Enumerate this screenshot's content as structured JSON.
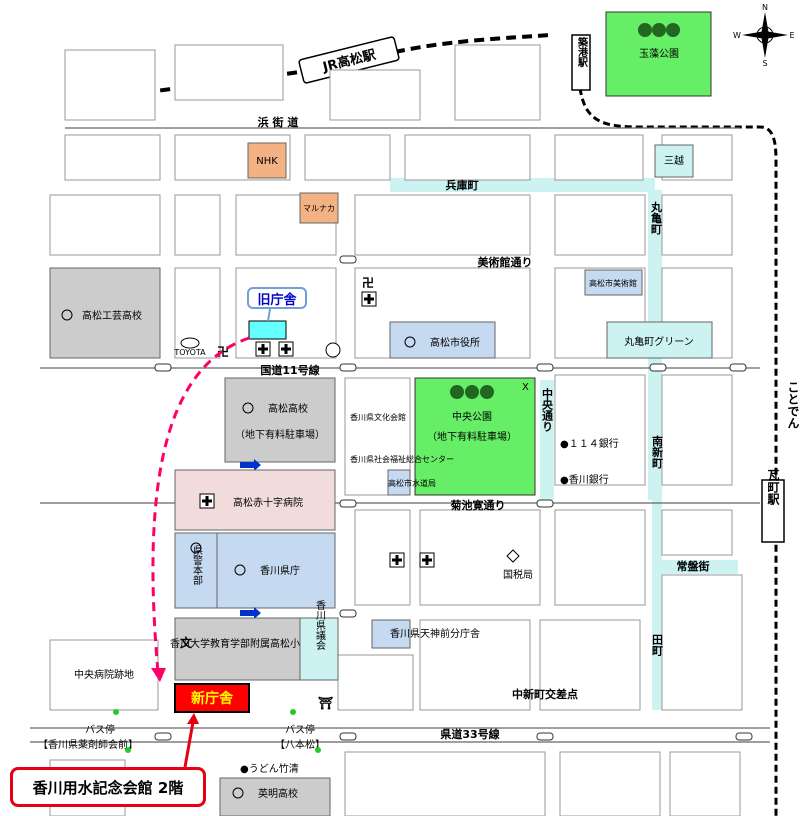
{
  "stations": {
    "jr": "JR高松駅",
    "chikko": "築港駅",
    "kotoden": "ことでん",
    "kawaramachi": "瓦町駅"
  },
  "roads": {
    "hamakaido": "浜 街 道",
    "hyogomachi": "兵庫町",
    "bijutsukan": "美術館通り",
    "route11": "国道11号線",
    "kikuchikan": "菊池寛通り",
    "kendo33": "県道33号線",
    "chuo": "中央通り",
    "marugamemachi": "丸亀町",
    "minamishinmachi": "南新町",
    "tokiwagai": "常盤街",
    "tamachi": "田町",
    "nakashinmachi": "中新町交差点"
  },
  "places": {
    "tamamo": "玉藻公園",
    "nhk": "NHK",
    "maruhaka": "マルナカ",
    "mitsukoshi": "三越",
    "kogei": "高松工芸高校",
    "museum": "高松市美術館",
    "cityhall": "高松市役所",
    "marugame_green": "丸亀町グリーン",
    "toyota": "TOYOTA",
    "takamatsu_hs": "高松高校",
    "takamatsu_hs_parking": "（地下有料駐車場）",
    "chuo_park": "中央公園",
    "chuo_park_parking": "（地下有料駐車場）",
    "bunka": "香川県文化会館",
    "shakai": "香川県社会福祉総合センター",
    "suido": "高松市水道局",
    "bank114": "●１１４銀行",
    "kagawa_bank": "●香川銀行",
    "redcross": "高松赤十字病院",
    "police": "県警本部",
    "pref_office": "香川県庁",
    "tax_office": "国税局",
    "univ": "香川大学教育学部附属高松小学校",
    "assembly": "香川県議会",
    "tenjinmae": "香川県天神前分庁舎",
    "hospital_site": "中央病院跡地",
    "bus_stop_left": "バス停",
    "bus_stop_left_name": "【香川県薬剤師会前】",
    "bus_stop_right": "バス停",
    "bus_stop_right_name": "【八本松】",
    "udon": "●うどん竹清",
    "eimei": "英明高校"
  },
  "markers": {
    "old_office": "旧庁舎",
    "new_office": "新庁舎",
    "destination": "香川用水記念会館 2階"
  },
  "compass": {
    "n": "N",
    "s": "S",
    "e": "E",
    "w": "W"
  },
  "colors": {
    "park": "#66ee66",
    "nhk": "#f4b183",
    "mitsukoshi": "#ccf2f2",
    "gov": "#c5d9f1",
    "gray": "#cccccc",
    "redcross": "#f2dcdb",
    "new_office": "#ff0000",
    "route_arrow": "#ff0066",
    "light_road": "#ccf2f2"
  }
}
